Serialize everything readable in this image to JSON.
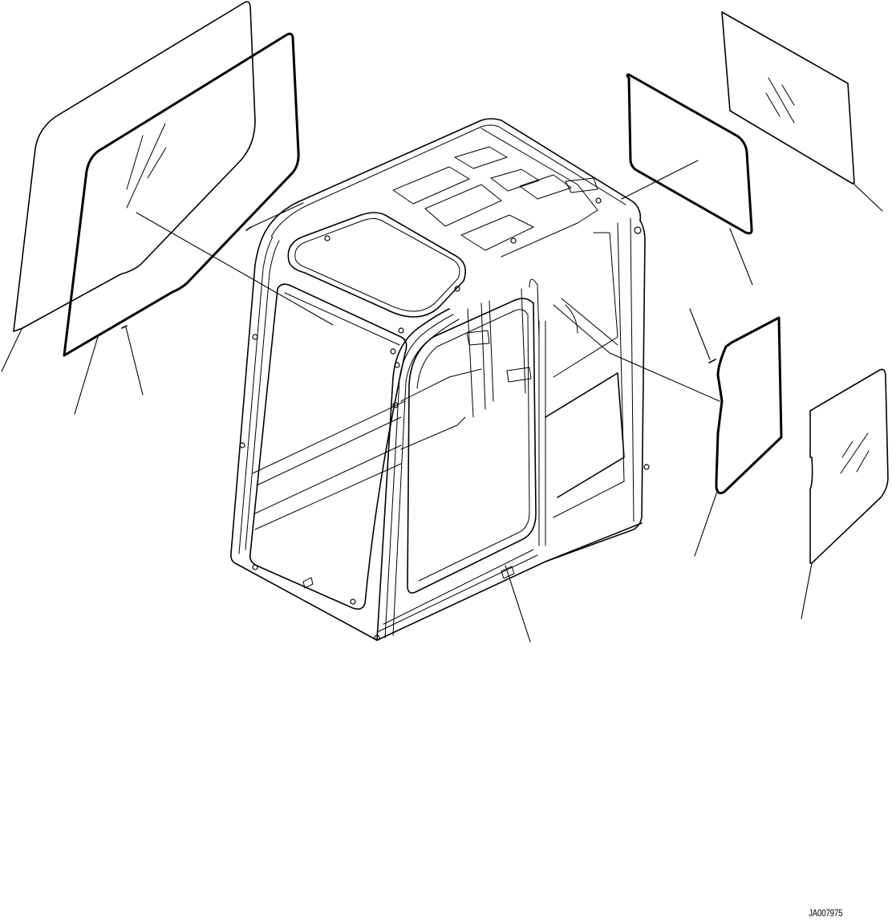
{
  "diagram": {
    "type": "exploded-parts-diagram",
    "subject": "operator cab frame with glass panels",
    "drawing_id": "JA007975",
    "colors": {
      "line": "#000000",
      "background": "#ffffff"
    },
    "parts": [
      {
        "id": "front-window-glass",
        "label": "Front window glass (outer, thin outline)"
      },
      {
        "id": "front-window-seal",
        "label": "Front window seal frame (thick outline)"
      },
      {
        "id": "front-window-fastener-upper",
        "label": "Small fastener (upper)"
      },
      {
        "id": "front-window-fastener-lower",
        "label": "Small fastener (lower)"
      },
      {
        "id": "rear-upper-seal",
        "label": "Rear upper window seal (thick outline)"
      },
      {
        "id": "rear-upper-glass",
        "label": "Rear upper window glass"
      },
      {
        "id": "side-lower-seal",
        "label": "Side lower window seal (thick outline)"
      },
      {
        "id": "side-lower-glass",
        "label": "Side lower window glass"
      },
      {
        "id": "side-fastener",
        "label": "Small fastener (side)"
      },
      {
        "id": "cab-frame",
        "label": "Cab frame assembly"
      }
    ],
    "leader_count": 10
  }
}
